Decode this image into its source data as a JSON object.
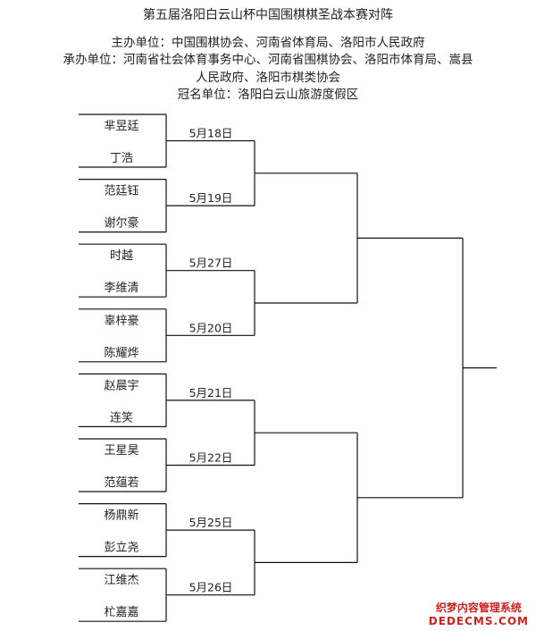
{
  "header": {
    "title": "第五届洛阳白云山杯中国围棋棋圣战本赛对阵",
    "line1": "主办单位：中国围棋协会、河南省体育局、洛阳市人民政府",
    "line2": "承办单位：河南省社会体育事务中心、河南省围棋协会、洛阳市体育局、嵩县",
    "line3": "人民政府、洛阳市棋类协会",
    "line4": "冠名单位：洛阳白云山旅游度假区"
  },
  "bracket": {
    "matches": [
      {
        "top": "芈昱廷",
        "bottom": "丁浩",
        "date": "5月18日"
      },
      {
        "top": "范廷钰",
        "bottom": "谢尔豪",
        "date": "5月19日"
      },
      {
        "top": "时越",
        "bottom": "李维清",
        "date": "5月27日"
      },
      {
        "top": "辜梓豪",
        "bottom": "陈耀烨",
        "date": "5月20日"
      },
      {
        "top": "赵晨宇",
        "bottom": "连笑",
        "date": "5月21日"
      },
      {
        "top": "王星昊",
        "bottom": "范蕴若",
        "date": "5月22日"
      },
      {
        "top": "杨鼎新",
        "bottom": "彭立尧",
        "date": "5月25日"
      },
      {
        "top": "江维杰",
        "bottom": "杧嘉嘉",
        "date": "5月26日"
      }
    ]
  },
  "watermark": {
    "line1": "织梦内容管理系统",
    "line2": "DEDECMS.COM"
  }
}
